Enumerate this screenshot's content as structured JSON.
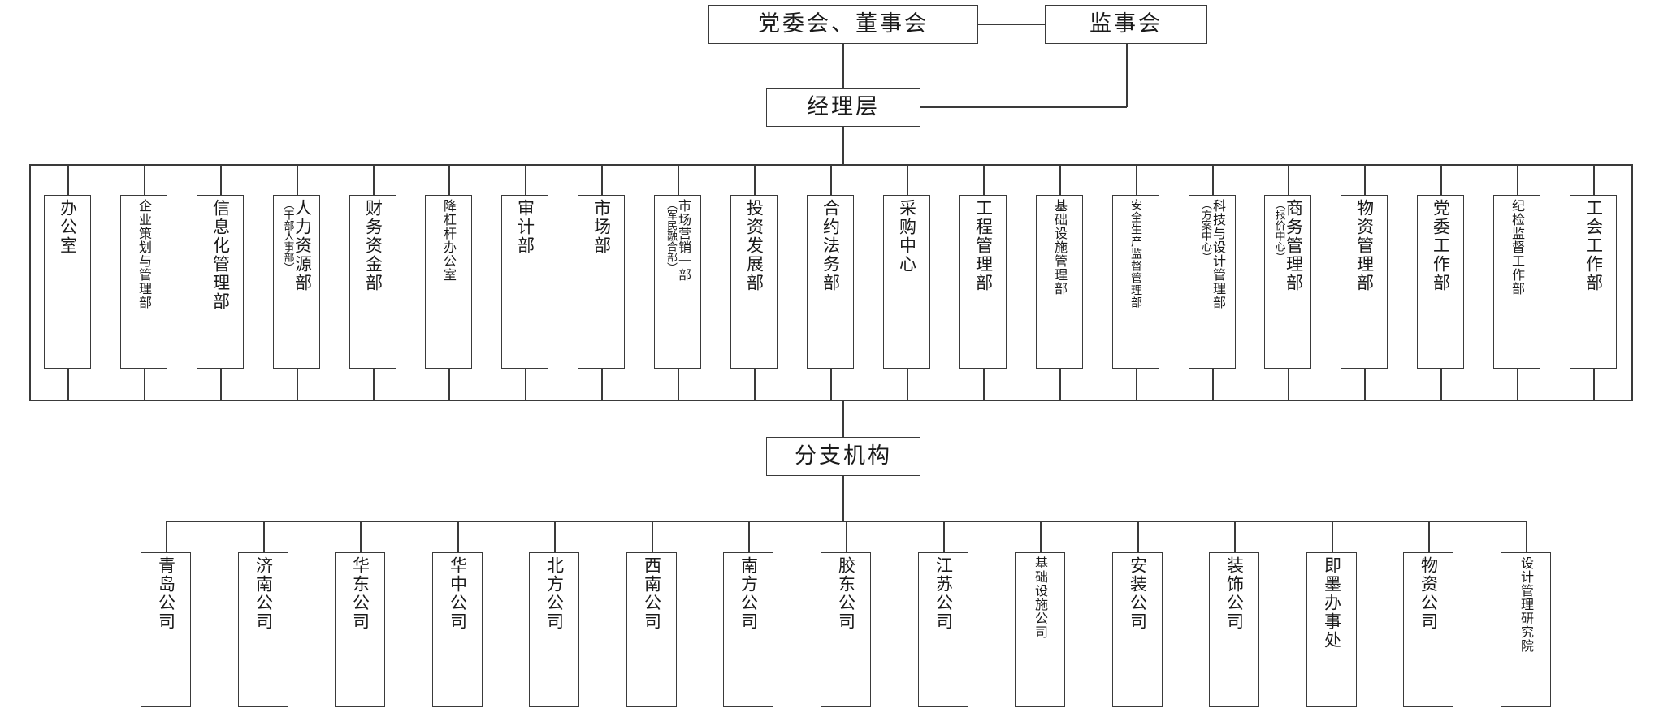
{
  "diagram": {
    "type": "organization-chart",
    "title": "组织机构图",
    "line_color": "#3a3a3a",
    "box_border_color": "#3a3a3a",
    "background_color": "#ffffff"
  },
  "top": {
    "board": "党委会、董事会",
    "supervisory": "监事会",
    "management": "经理层"
  },
  "branch_node": {
    "label": "分支机构"
  },
  "departments": [
    {
      "main": "办公室",
      "sub": "",
      "size": "main"
    },
    {
      "main": "企业策划与管理部",
      "sub": "",
      "size": "sm"
    },
    {
      "main": "信息化管理部",
      "sub": "",
      "size": "main"
    },
    {
      "main": "人力资源部",
      "sub": "（干部人事部）",
      "size": "main"
    },
    {
      "main": "财务资金部",
      "sub": "",
      "size": "main"
    },
    {
      "main": "降杠杆办公室",
      "sub": "",
      "size": "sm"
    },
    {
      "main": "审计部",
      "sub": "",
      "size": "main"
    },
    {
      "main": "市场部",
      "sub": "",
      "size": "main"
    },
    {
      "main": "市场营销一部",
      "sub": "（军民融合部）",
      "size": "sm"
    },
    {
      "main": "投资发展部",
      "sub": "",
      "size": "main"
    },
    {
      "main": "合约法务部",
      "sub": "",
      "size": "main"
    },
    {
      "main": "采购中心",
      "sub": "",
      "size": "main"
    },
    {
      "main": "工程管理部",
      "sub": "",
      "size": "main"
    },
    {
      "main": "基础设施管理部",
      "sub": "",
      "size": "sm"
    },
    {
      "main": "安全生产监督管理部",
      "sub": "",
      "size": "xs"
    },
    {
      "main": "科技与设计管理部",
      "sub": "（方案中心）",
      "size": "sm"
    },
    {
      "main": "商务管理部",
      "sub": "（报价中心）",
      "size": "main"
    },
    {
      "main": "物资管理部",
      "sub": "",
      "size": "main"
    },
    {
      "main": "党委工作部",
      "sub": "",
      "size": "main"
    },
    {
      "main": "纪检监督工作部",
      "sub": "",
      "size": "sm"
    },
    {
      "main": "工会工作部",
      "sub": "",
      "size": "main"
    }
  ],
  "subsidiaries": [
    {
      "main": "青岛公司",
      "size": "main"
    },
    {
      "main": "济南公司",
      "size": "main"
    },
    {
      "main": "华东公司",
      "size": "main"
    },
    {
      "main": "华中公司",
      "size": "main"
    },
    {
      "main": "北方公司",
      "size": "main"
    },
    {
      "main": "西南公司",
      "size": "main"
    },
    {
      "main": "南方公司",
      "size": "main"
    },
    {
      "main": "胶东公司",
      "size": "main"
    },
    {
      "main": "江苏公司",
      "size": "main"
    },
    {
      "main": "基础设施公司",
      "size": "sm"
    },
    {
      "main": "安装公司",
      "size": "main"
    },
    {
      "main": "装饰公司",
      "size": "main"
    },
    {
      "main": "即墨办事处",
      "size": "main"
    },
    {
      "main": "物资公司",
      "size": "main"
    },
    {
      "main": "设计管理研究院",
      "size": "sm"
    }
  ]
}
